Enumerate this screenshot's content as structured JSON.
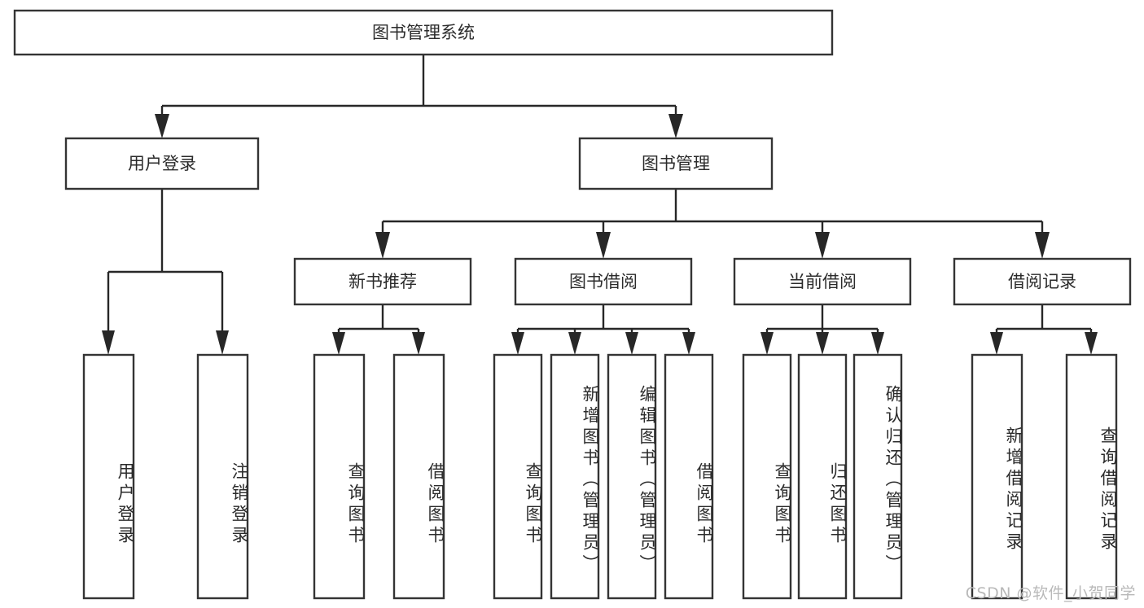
{
  "diagram": {
    "type": "tree-hierarchy",
    "title": "图书管理系统",
    "watermark": "CSDN @软件_小贺同学",
    "colors": {
      "box_stroke": "#343434",
      "connector": "#272727",
      "background": "#ffffff",
      "text": "#2b2b2b",
      "watermark": "#b9b9b9"
    },
    "levels": {
      "root": {
        "label": "图书管理系统",
        "orientation": "horizontal"
      },
      "level2": [
        {
          "label": "用户登录",
          "orientation": "horizontal"
        },
        {
          "label": "图书管理",
          "orientation": "horizontal"
        }
      ],
      "level3": [
        {
          "label": "新书推荐",
          "orientation": "horizontal"
        },
        {
          "label": "图书借阅",
          "orientation": "horizontal"
        },
        {
          "label": "当前借阅",
          "orientation": "horizontal"
        },
        {
          "label": "借阅记录",
          "orientation": "horizontal"
        }
      ],
      "leaves": [
        {
          "label": "用户登录",
          "parent": "用户登录",
          "orientation": "vertical"
        },
        {
          "label": "注销登录",
          "parent": "用户登录",
          "orientation": "vertical"
        },
        {
          "label": "查询图书",
          "parent": "新书推荐",
          "orientation": "vertical"
        },
        {
          "label": "借阅图书",
          "parent": "新书推荐",
          "orientation": "vertical"
        },
        {
          "label": "查询图书",
          "parent": "图书借阅",
          "orientation": "vertical"
        },
        {
          "label": "新增图书（管理员）",
          "parent": "图书借阅",
          "orientation": "vertical"
        },
        {
          "label": "编辑图书（管理员）",
          "parent": "图书借阅",
          "orientation": "vertical"
        },
        {
          "label": "借阅图书",
          "parent": "图书借阅",
          "orientation": "vertical"
        },
        {
          "label": "查询图书",
          "parent": "当前借阅",
          "orientation": "vertical"
        },
        {
          "label": "归还图书",
          "parent": "当前借阅",
          "orientation": "vertical"
        },
        {
          "label": "确认归还（管理员）",
          "parent": "当前借阅",
          "orientation": "vertical"
        },
        {
          "label": "新增借阅记录",
          "parent": "借阅记录",
          "orientation": "vertical"
        },
        {
          "label": "查询借阅记录",
          "parent": "借阅记录",
          "orientation": "vertical"
        }
      ]
    }
  }
}
